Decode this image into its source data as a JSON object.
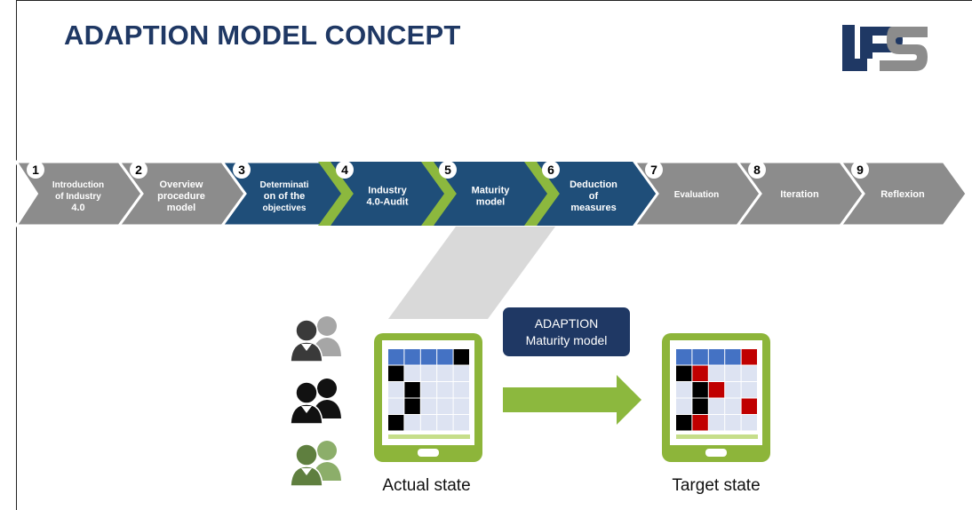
{
  "title": "ADAPTION MODEL CONCEPT",
  "logo_text": "LPS",
  "colors": {
    "title": "#1f3864",
    "step_gray": "#8c8c8c",
    "step_blue": "#1f4e79",
    "accent_green": "#8cb83e",
    "tablet_green": "#8db53a",
    "cell_blue": "#4472c4",
    "cell_black": "#000000",
    "cell_red": "#c00000",
    "cell_light": "#dde3f2"
  },
  "process": {
    "steps": [
      {
        "number": "1",
        "lines": [
          "Introduction",
          "of Industry",
          "4.0"
        ],
        "style": "gray"
      },
      {
        "number": "2",
        "lines": [
          "Overview",
          "procedure",
          "model"
        ],
        "style": "gray"
      },
      {
        "number": "3",
        "lines": [
          "Determinati",
          "on of the",
          "objectives"
        ],
        "style": "blue"
      },
      {
        "number": "4",
        "lines": [
          "Industry",
          "4.0-Audit"
        ],
        "style": "blue"
      },
      {
        "number": "5",
        "lines": [
          "Maturity",
          "model"
        ],
        "style": "blue"
      },
      {
        "number": "6",
        "lines": [
          "Deduction",
          "of",
          "measures"
        ],
        "style": "blue"
      },
      {
        "number": "7",
        "lines": [
          "Evaluation"
        ],
        "style": "gray"
      },
      {
        "number": "8",
        "lines": [
          "Iteration"
        ],
        "style": "gray"
      },
      {
        "number": "9",
        "lines": [
          "Reflexion"
        ],
        "style": "gray"
      }
    ]
  },
  "model_box": {
    "line1": "ADAPTION",
    "line2": "Maturity model"
  },
  "actual_state": {
    "caption": "Actual state",
    "grid": [
      [
        "b",
        "b",
        "b",
        "b",
        "k"
      ],
      [
        "k",
        "l",
        "l",
        "l",
        "l"
      ],
      [
        "l",
        "k",
        "l",
        "l",
        "l"
      ],
      [
        "l",
        "k",
        "l",
        "l",
        "l"
      ],
      [
        "k",
        "l",
        "l",
        "l",
        "l"
      ]
    ]
  },
  "target_state": {
    "caption": "Target state",
    "grid": [
      [
        "b",
        "b",
        "b",
        "b",
        "r"
      ],
      [
        "k",
        "r",
        "l",
        "l",
        "l"
      ],
      [
        "l",
        "k",
        "r",
        "l",
        "l"
      ],
      [
        "l",
        "k",
        "l",
        "l",
        "r"
      ],
      [
        "k",
        "r",
        "l",
        "l",
        "l"
      ]
    ]
  },
  "people_icons": [
    "people-gray-icon",
    "people-black-icon",
    "people-green-icon"
  ]
}
